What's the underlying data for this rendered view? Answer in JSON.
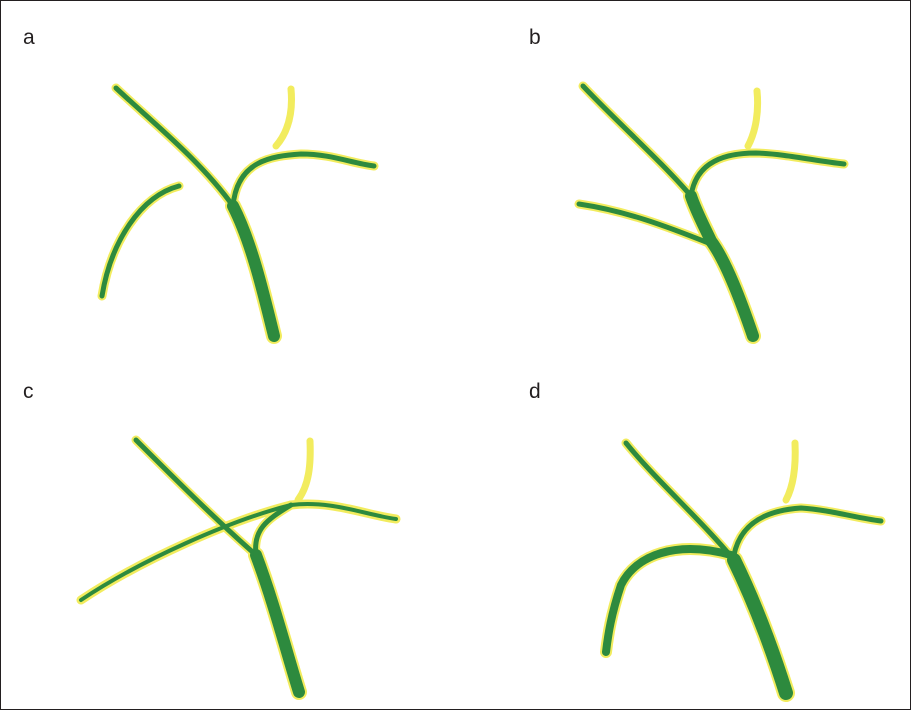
{
  "panels": [
    {
      "label": "a"
    },
    {
      "label": "b"
    },
    {
      "label": "c"
    },
    {
      "label": "d"
    }
  ],
  "colors": {
    "vessel_fill": "#2d8a3e",
    "vessel_outline": "#f2ec5e",
    "frame": "#231f20"
  }
}
